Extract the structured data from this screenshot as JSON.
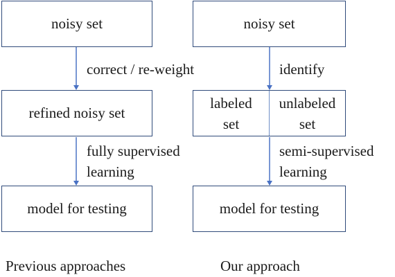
{
  "left_flow": {
    "box_top": "noisy set",
    "edge_1": "correct / re-weight",
    "box_middle": "refined noisy set",
    "edge_2": "fully supervised\nlearning",
    "box_bottom": "model for testing",
    "caption": "Previous approaches"
  },
  "right_flow": {
    "box_top": "noisy set",
    "edge_1": "identify",
    "box_middle_left": "labeled\nset",
    "box_middle_right": "unlabeled\nset",
    "edge_2": "semi-supervised\nlearning",
    "box_bottom": "model for testing",
    "caption": "Our approach"
  },
  "colors": {
    "box_border": "#2f4a7a",
    "arrow": "#4a72c4",
    "divider": "#6f8fc6"
  }
}
